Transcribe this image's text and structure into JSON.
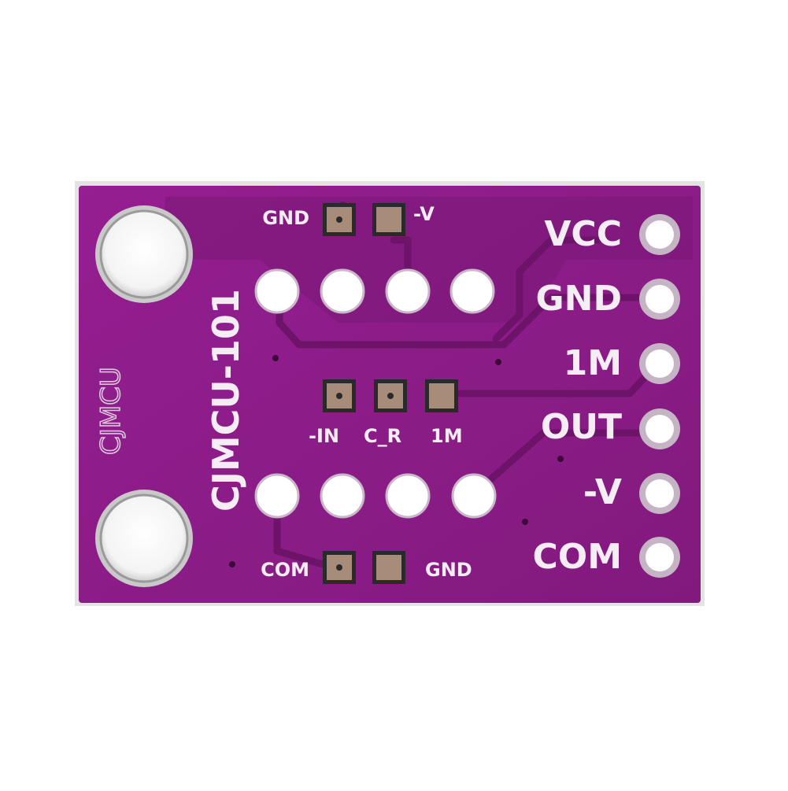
{
  "board": {
    "model": "CJMCU-101",
    "brand": "CJMCU",
    "pins": [
      "VCC",
      "GND",
      "1M",
      "OUT",
      "-V",
      "COM"
    ],
    "top_pads": {
      "left": "GND",
      "right": "-V"
    },
    "middle_pads": {
      "left": "-IN",
      "center": "C_R",
      "right": "1M"
    },
    "bottom_pads": {
      "left": "COM",
      "right": "GND"
    }
  },
  "colors": {
    "pcb": "#8a1d86",
    "pcb_dark": "#6a1466",
    "silkscreen": "#f4eef4",
    "pad": "#eef0f2",
    "copper_pad": "#a88c7a",
    "background": "#ffffff"
  }
}
